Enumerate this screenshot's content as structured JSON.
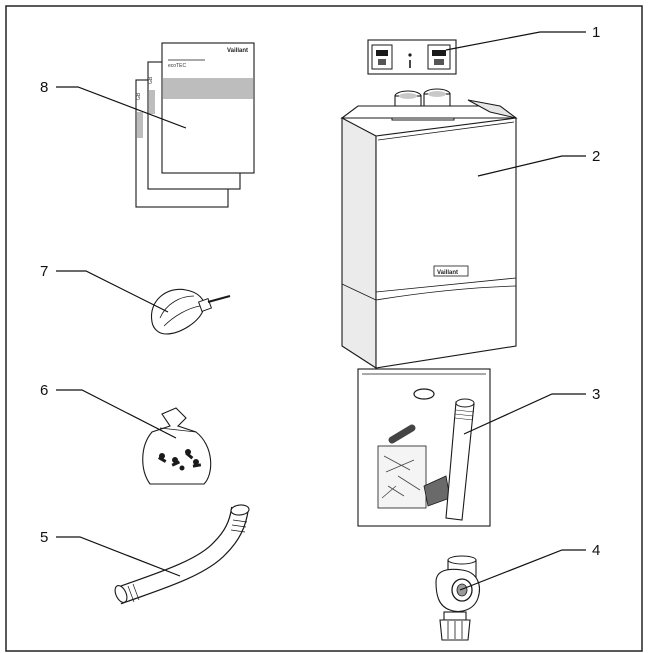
{
  "callouts": [
    {
      "id": "1",
      "label": "1"
    },
    {
      "id": "2",
      "label": "2"
    },
    {
      "id": "3",
      "label": "3"
    },
    {
      "id": "4",
      "label": "4"
    },
    {
      "id": "5",
      "label": "5"
    },
    {
      "id": "6",
      "label": "6"
    },
    {
      "id": "7",
      "label": "7"
    },
    {
      "id": "8",
      "label": "8"
    }
  ],
  "brand_logo": "Vaillant",
  "manual_small_text": "ecoTEC"
}
